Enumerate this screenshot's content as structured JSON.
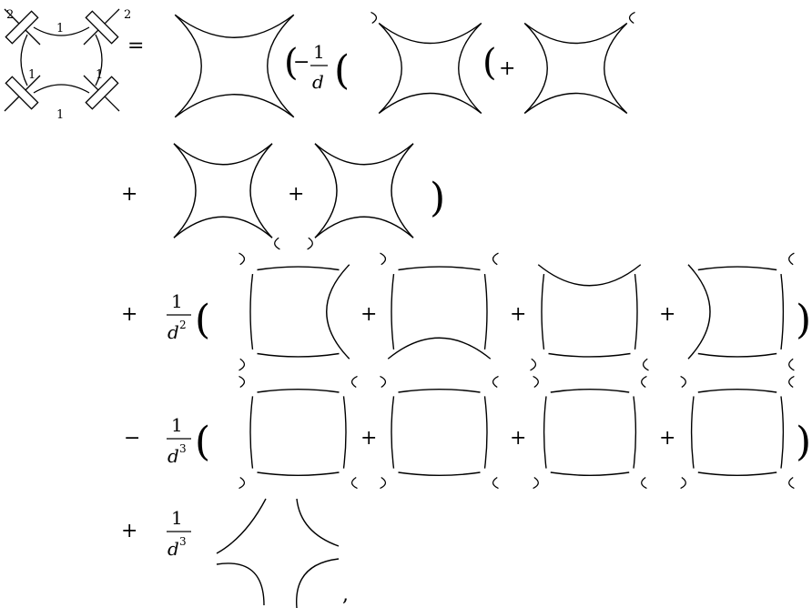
{
  "lhs": {
    "strand_labels": [
      "2",
      "1",
      "2",
      "1",
      "1",
      "1"
    ]
  },
  "symbols": {
    "equals": "=",
    "plus": "+",
    "minus": "−",
    "comma": ",",
    "lparen": "(",
    "rparen": ")"
  },
  "coefficients": {
    "numerator": "1",
    "d": "d",
    "power_2": "2",
    "power_3": "3"
  }
}
